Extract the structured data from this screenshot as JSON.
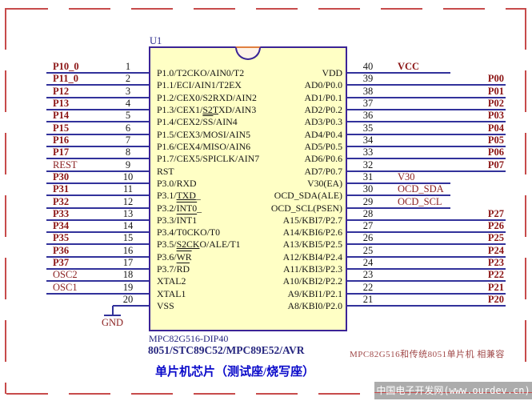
{
  "colors": {
    "chip_fill": "#FFFFC5",
    "chip_border": "#3B2496",
    "wire": "#32329B",
    "net_label": "#8B1414",
    "sheet_border": "#C74B4B",
    "title_blue": "#0A0ACA",
    "navy_text": "#26267F",
    "note_red": "#A04848",
    "watermark_bg": "#ACACAC"
  },
  "schematic": {
    "ref_des": "U1",
    "gnd_label": "GND",
    "part_line1": "MPC82G516-DIP40",
    "part_line2": "8051/STC89C52/MPC89E52/AVR",
    "note_red": "MPC82G516和传统8051单片机 相兼容",
    "title_cn": "单片机芯片（测试座/烧写座）",
    "watermark": "中国电子开发网(www.ourdev.cn)",
    "left_pins": [
      {
        "num": "1",
        "net": "P10_0",
        "bold": true,
        "name": [
          {
            "t": "P1.0/T2CKO/AIN0/T2"
          }
        ]
      },
      {
        "num": "2",
        "net": "P11_0",
        "bold": true,
        "name": [
          {
            "t": "P1.1/ECI/AIN1/T2EX"
          }
        ]
      },
      {
        "num": "3",
        "net": "P12",
        "bold": true,
        "name": [
          {
            "t": "P1.2/CEX0/S2RXD/AIN2"
          }
        ]
      },
      {
        "num": "4",
        "net": "P13",
        "bold": true,
        "name": [
          {
            "t": "P1.3/CEX1/"
          },
          {
            "t": "S2T",
            "u": true
          },
          {
            "t": "XD/AIN3"
          }
        ]
      },
      {
        "num": "5",
        "net": "P14",
        "bold": true,
        "name": [
          {
            "t": "P1.4/CEX2/"
          },
          {
            "t": "SS",
            "o": true
          },
          {
            "t": "/AIN4"
          }
        ]
      },
      {
        "num": "6",
        "net": "P15",
        "bold": true,
        "name": [
          {
            "t": "P1.5/CEX3/MOSI/AIN5"
          }
        ]
      },
      {
        "num": "7",
        "net": "P16",
        "bold": true,
        "name": [
          {
            "t": "P1.6/CEX4/MISO/AIN6"
          }
        ]
      },
      {
        "num": "8",
        "net": "P17",
        "bold": true,
        "name": [
          {
            "t": "P1.7/CEX5/SPICLK/AIN7"
          }
        ]
      },
      {
        "num": "9",
        "net": "REST",
        "bold": false,
        "name": [
          {
            "t": "RST"
          }
        ]
      },
      {
        "num": "10",
        "net": "P30",
        "bold": true,
        "name": [
          {
            "t": "P3.0/RXD"
          }
        ]
      },
      {
        "num": "11",
        "net": "P31",
        "bold": true,
        "name": [
          {
            "t": "P3.1/"
          },
          {
            "t": "TXD",
            "u": true
          },
          {
            "t": "_"
          }
        ]
      },
      {
        "num": "12",
        "net": "P32",
        "bold": true,
        "name": [
          {
            "t": "P3.2/"
          },
          {
            "t": "INT0",
            "o": true
          },
          {
            "t": "_"
          }
        ]
      },
      {
        "num": "13",
        "net": "P33",
        "bold": true,
        "name": [
          {
            "t": "P3.3/"
          },
          {
            "t": "INT1",
            "o": true
          }
        ]
      },
      {
        "num": "14",
        "net": "P34",
        "bold": true,
        "name": [
          {
            "t": "P3.4/T0CKO/T0"
          }
        ]
      },
      {
        "num": "15",
        "net": "P35",
        "bold": true,
        "name": [
          {
            "t": "P3.5/"
          },
          {
            "t": "S2CK",
            "u": true
          },
          {
            "t": "O/ALE/T1"
          }
        ]
      },
      {
        "num": "16",
        "net": "P36",
        "bold": true,
        "name": [
          {
            "t": "P3.6/"
          },
          {
            "t": "WR",
            "o": true
          }
        ]
      },
      {
        "num": "17",
        "net": "P37",
        "bold": true,
        "name": [
          {
            "t": "P3.7/"
          },
          {
            "t": "RD",
            "o": true
          }
        ]
      },
      {
        "num": "18",
        "net": "OSC2",
        "bold": false,
        "name": [
          {
            "t": "XTAL2"
          }
        ]
      },
      {
        "num": "19",
        "net": "OSC1",
        "bold": false,
        "name": [
          {
            "t": "XTAL1"
          }
        ]
      },
      {
        "num": "20",
        "net": "",
        "bold": false,
        "gnd": true,
        "name": [
          {
            "t": "VSS"
          }
        ]
      }
    ],
    "right_pins": [
      {
        "num": "40",
        "net": "VCC",
        "bold": true,
        "stub": true,
        "name": [
          {
            "t": "VDD"
          }
        ]
      },
      {
        "num": "39",
        "net": "P00",
        "bold": true,
        "name": [
          {
            "t": "AD0/P0.0"
          }
        ]
      },
      {
        "num": "38",
        "net": "P01",
        "bold": true,
        "name": [
          {
            "t": "AD1/P0.1"
          }
        ]
      },
      {
        "num": "37",
        "net": "P02",
        "bold": true,
        "name": [
          {
            "t": "AD2/P0.2"
          }
        ]
      },
      {
        "num": "36",
        "net": "P03",
        "bold": true,
        "name": [
          {
            "t": "AD3/P0.3"
          }
        ]
      },
      {
        "num": "35",
        "net": "P04",
        "bold": true,
        "name": [
          {
            "t": "AD4/P0.4"
          }
        ]
      },
      {
        "num": "34",
        "net": "P05",
        "bold": true,
        "name": [
          {
            "t": "AD5/P0.5"
          }
        ]
      },
      {
        "num": "33",
        "net": "P06",
        "bold": true,
        "name": [
          {
            "t": "AD6/P0.6"
          }
        ]
      },
      {
        "num": "32",
        "net": "P07",
        "bold": true,
        "name": [
          {
            "t": "AD7/P0.7"
          }
        ]
      },
      {
        "num": "31",
        "net": "V30",
        "bold": false,
        "stub": true,
        "name": [
          {
            "t": "V30(EA)"
          }
        ]
      },
      {
        "num": "30",
        "net": "OCD_SDA",
        "bold": false,
        "stub": true,
        "name": [
          {
            "t": "OCD_SDA(ALE)"
          }
        ]
      },
      {
        "num": "29",
        "net": "OCD_SCL",
        "bold": false,
        "stub": true,
        "name": [
          {
            "t": "OCD_SCL(PSEN)"
          }
        ]
      },
      {
        "num": "28",
        "net": "P27",
        "bold": true,
        "name": [
          {
            "t": "A15/KBI7/P2.7"
          }
        ]
      },
      {
        "num": "27",
        "net": "P26",
        "bold": true,
        "name": [
          {
            "t": "A14/KBI6/P2.6"
          }
        ]
      },
      {
        "num": "26",
        "net": "P25",
        "bold": true,
        "name": [
          {
            "t": "A13/KBI5/P2.5"
          }
        ]
      },
      {
        "num": "25",
        "net": "P24",
        "bold": true,
        "name": [
          {
            "t": "A12/KBI4/P2.4"
          }
        ]
      },
      {
        "num": "24",
        "net": "P23",
        "bold": true,
        "name": [
          {
            "t": "A11/KBI3/P2.3"
          }
        ]
      },
      {
        "num": "23",
        "net": "P22",
        "bold": true,
        "name": [
          {
            "t": "A10/KBI2/P2.2"
          }
        ]
      },
      {
        "num": "22",
        "net": "P21",
        "bold": true,
        "name": [
          {
            "t": "A9/KBI1/P2.1"
          }
        ]
      },
      {
        "num": "21",
        "net": "P20",
        "bold": true,
        "name": [
          {
            "t": "A8/KBI0/P2.0"
          }
        ]
      }
    ]
  }
}
